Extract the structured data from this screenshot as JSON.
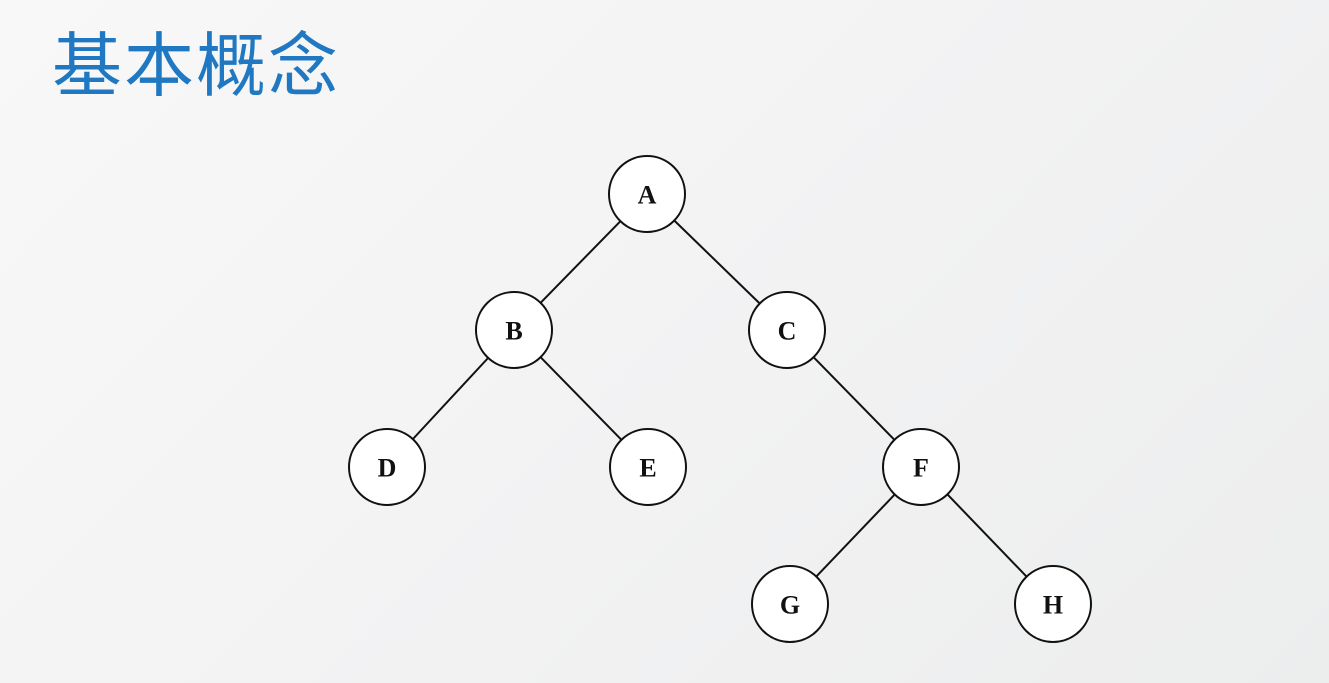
{
  "slide": {
    "title": "基本概念"
  },
  "colors": {
    "title": "#1f78c1",
    "stroke": "#111111",
    "node_fill": "#ffffff"
  },
  "tree": {
    "nodes": [
      {
        "id": "A",
        "label": "A"
      },
      {
        "id": "B",
        "label": "B"
      },
      {
        "id": "C",
        "label": "C"
      },
      {
        "id": "D",
        "label": "D"
      },
      {
        "id": "E",
        "label": "E"
      },
      {
        "id": "F",
        "label": "F"
      },
      {
        "id": "G",
        "label": "G"
      },
      {
        "id": "H",
        "label": "H"
      }
    ],
    "edges": [
      {
        "from": "A",
        "to": "B"
      },
      {
        "from": "A",
        "to": "C"
      },
      {
        "from": "B",
        "to": "D"
      },
      {
        "from": "B",
        "to": "E"
      },
      {
        "from": "C",
        "to": "F"
      },
      {
        "from": "F",
        "to": "G"
      },
      {
        "from": "F",
        "to": "H"
      }
    ]
  }
}
